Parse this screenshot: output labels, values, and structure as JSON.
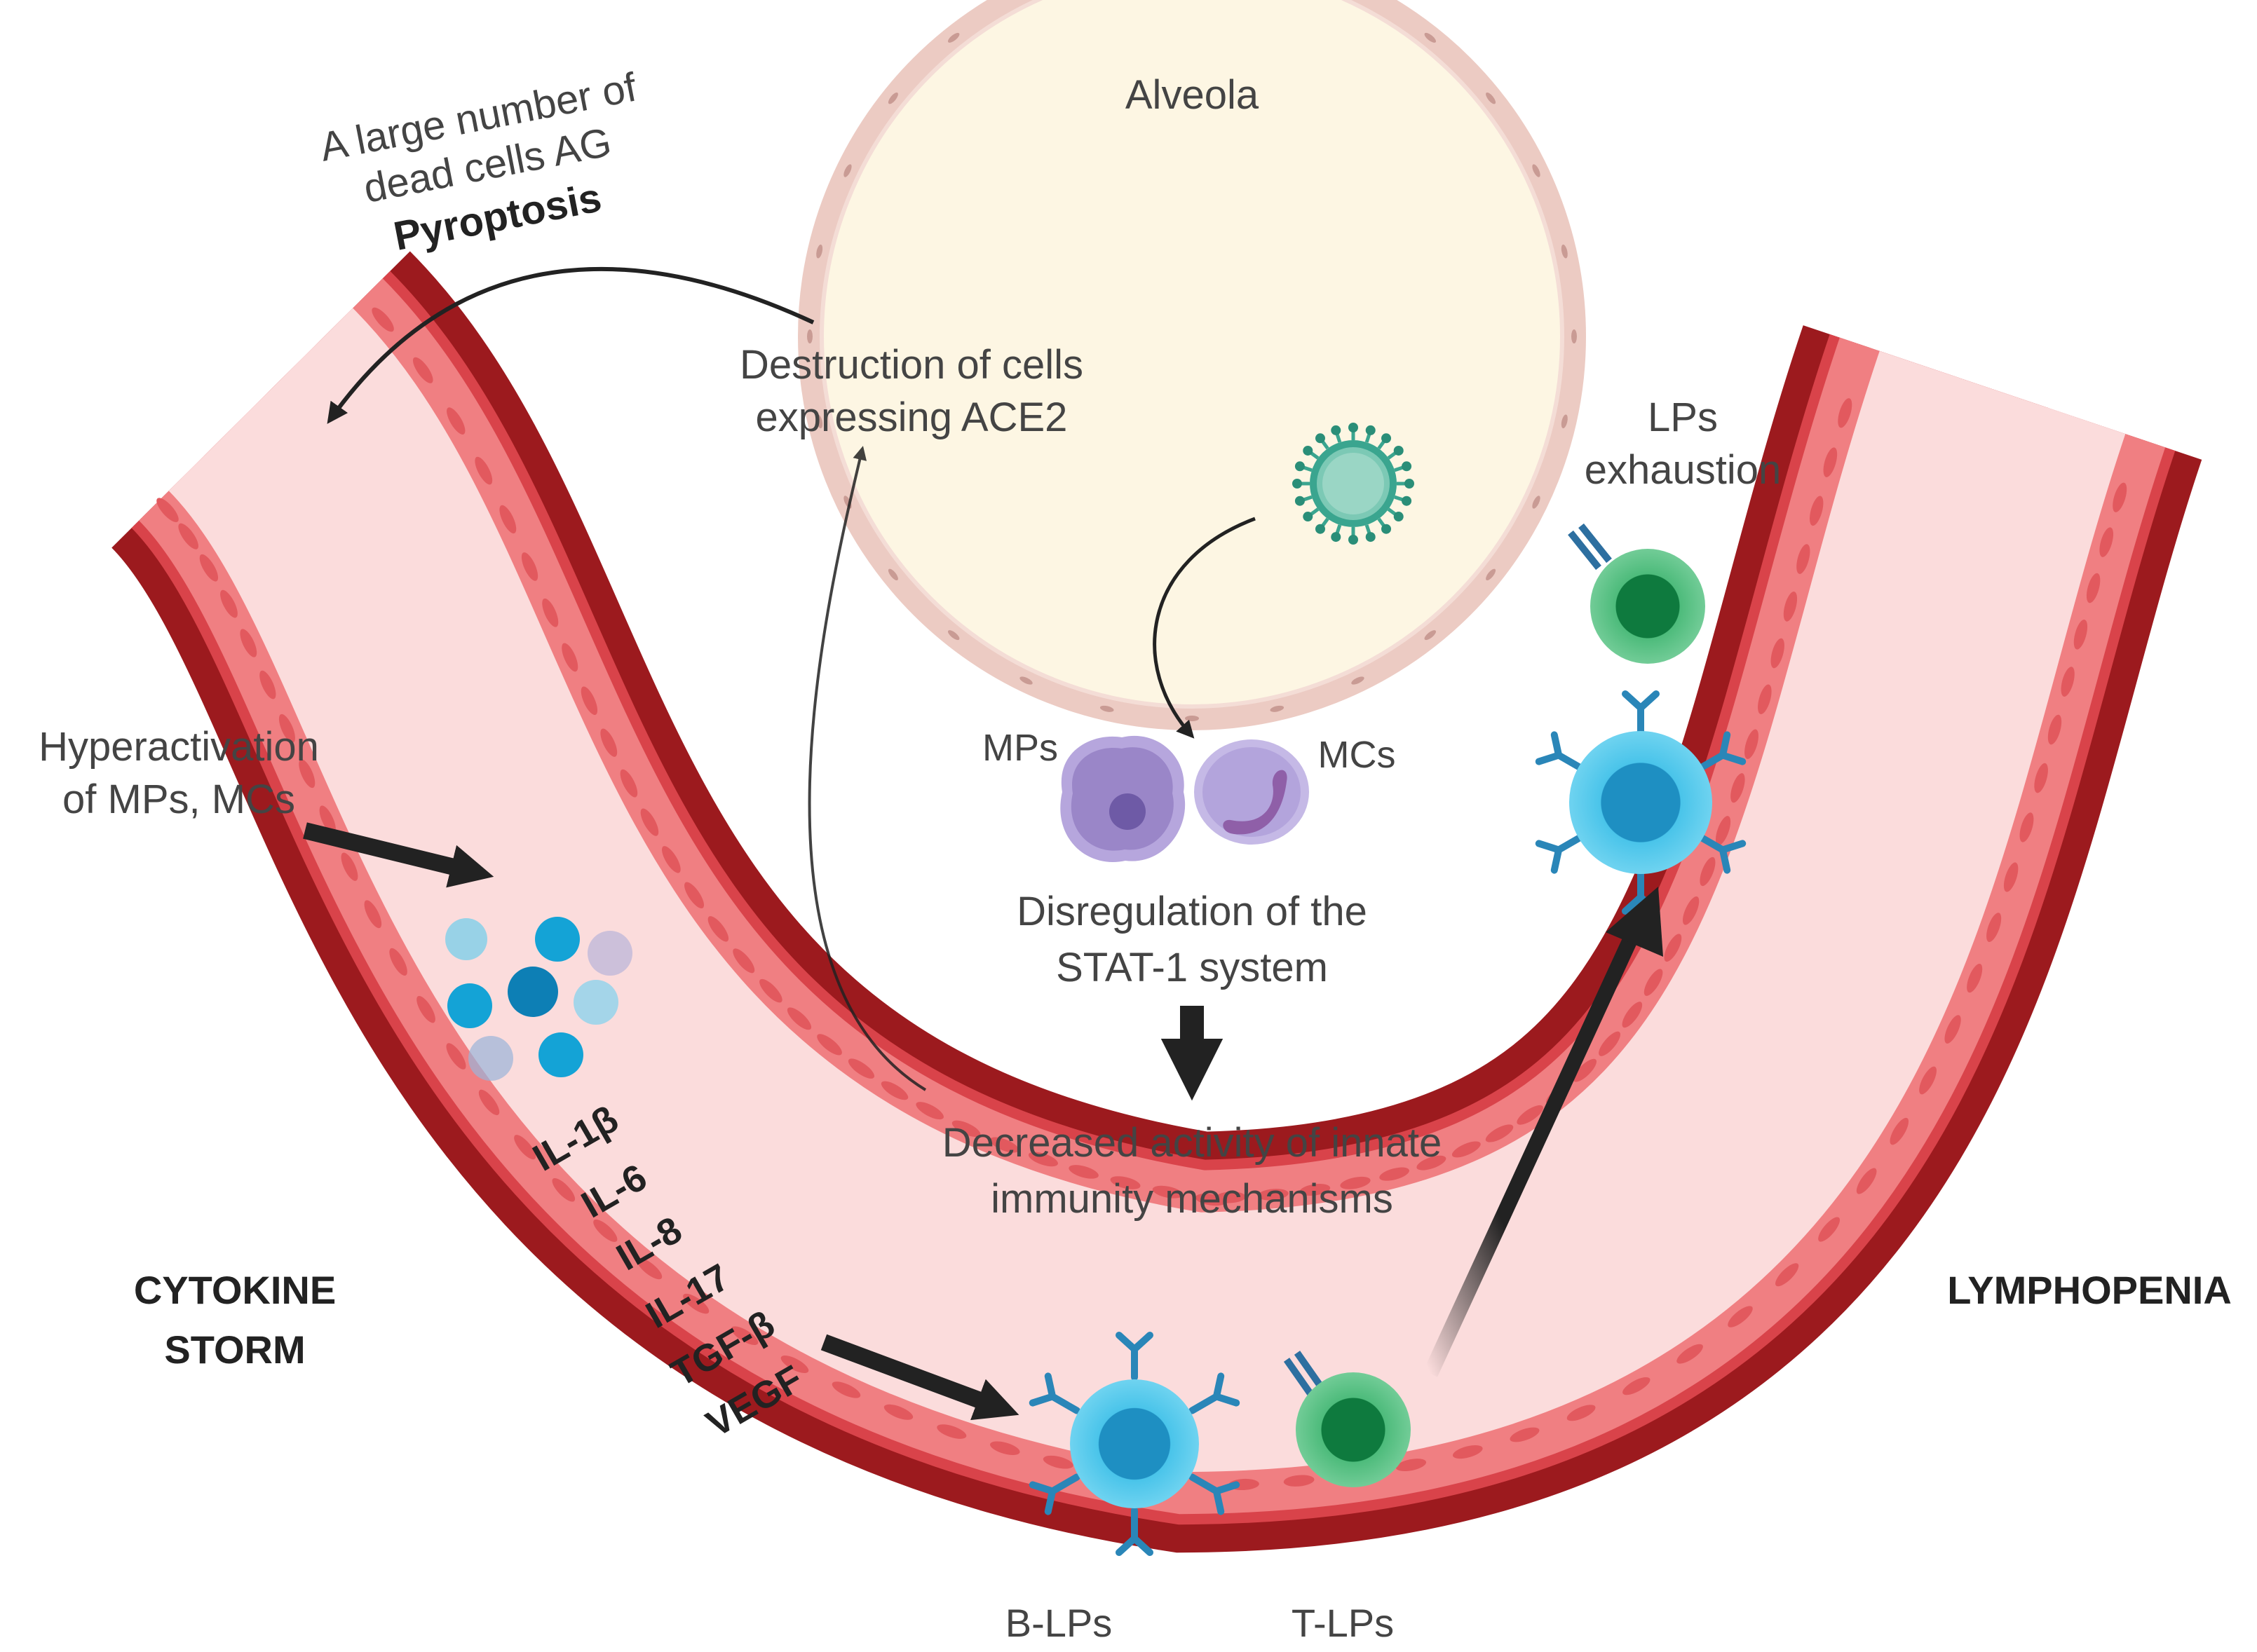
{
  "labels": {
    "alveola": "Alveola",
    "dead_cells_1": "A large number of",
    "dead_cells_2": "dead cells AG",
    "pyroptosis": "Pyroptosis",
    "destruction_1": "Destruction of cells",
    "destruction_2": "expressing ACE2",
    "lps_exhaustion_1": "LPs",
    "lps_exhaustion_2": "exhaustion",
    "hyperactivation_1": "Hyperactivation",
    "hyperactivation_2": "of MPs, MCs",
    "mps": "MPs",
    "mcs": "MCs",
    "disregulation_1": "Disregulation of the",
    "disregulation_2": "STAT-1 system",
    "decreased_1": "Decreased activity of  innate",
    "decreased_2": "immunity mechanisms",
    "cytokine_storm_1": "CYTOKINE",
    "cytokine_storm_2": "STORM",
    "lymphopenia": "LYMPHOPENIA",
    "b_lps": "B-LPs",
    "t_lps": "T-LPs"
  },
  "cytokines": [
    "IL-1β",
    "IL-6",
    "IL-8",
    "IL-17",
    "TGF-β",
    "VEGF"
  ],
  "colors": {
    "vessel_wall": "#9c1a1e",
    "vessel_lumen": "#fbdcdc",
    "endothelium": "#ef8e90",
    "alveola_fill": "#fdf6e3",
    "alveola_border": "#e8c7bf",
    "virus": "#3aa58f",
    "b_cell": "#38b8e0",
    "t_cell": "#2f9f5a",
    "macrophage": "#9a86c8"
  }
}
